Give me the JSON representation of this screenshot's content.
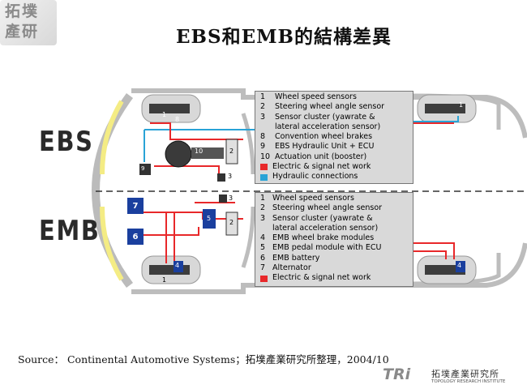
{
  "header": {
    "logo_text": "拓墣產研",
    "title": "EBS和EMB的結構差異"
  },
  "ebs": {
    "label": "EBS",
    "legend": [
      {
        "num": "1",
        "text": "Wheel speed sensors"
      },
      {
        "num": "2",
        "text": "Steering wheel angle sensor"
      },
      {
        "num": "3",
        "text": "Sensor cluster (yawrate &"
      },
      {
        "num": "",
        "text": "lateral acceleration sensor)"
      },
      {
        "num": "8",
        "text": "Convention wheel brakes"
      },
      {
        "num": "9",
        "text": "EBS Hydraulic Unit + ECU"
      },
      {
        "num": "10",
        "text": "Actuation unit (booster)"
      }
    ],
    "legend_keys": [
      {
        "color": "#e8282a",
        "text": "Electric & signal net work"
      },
      {
        "color": "#29a3d6",
        "text": "Hydraulic connections"
      }
    ],
    "markers": [
      "1",
      "2",
      "3",
      "8",
      "9",
      "10",
      "1"
    ]
  },
  "emb": {
    "label": "EMB",
    "legend": [
      {
        "num": "1",
        "text": "Wheel speed sensors"
      },
      {
        "num": "2",
        "text": "Steering wheel angle sensor"
      },
      {
        "num": "3",
        "text": "Sensor cluster (yawrate &"
      },
      {
        "num": "",
        "text": "lateral acceleration sensor)"
      },
      {
        "num": "4",
        "text": "EMB wheel brake modules"
      },
      {
        "num": "5",
        "text": "EMB pedal module with ECU"
      },
      {
        "num": "6",
        "text": "EMB battery"
      },
      {
        "num": "7",
        "text": "Alternator"
      }
    ],
    "legend_keys": [
      {
        "color": "#e8282a",
        "text": "Electric & signal net work"
      }
    ],
    "markers": [
      "7",
      "6",
      "3",
      "5",
      "2",
      "4",
      "1",
      "4"
    ]
  },
  "footer": {
    "source": "Source： Continental Automotive Systems；拓墣產業研究所整理，2004/10",
    "brand_mark": "TRi",
    "brand_cn": "拓墣產業研究所",
    "brand_en": "TOPOLOGY RESEARCH INSTITUTE"
  },
  "colors": {
    "electric": "#e8282a",
    "hydraulic": "#29a3d6",
    "component_blue": "#1a3f9e",
    "car_body": "#c9c9c9"
  }
}
